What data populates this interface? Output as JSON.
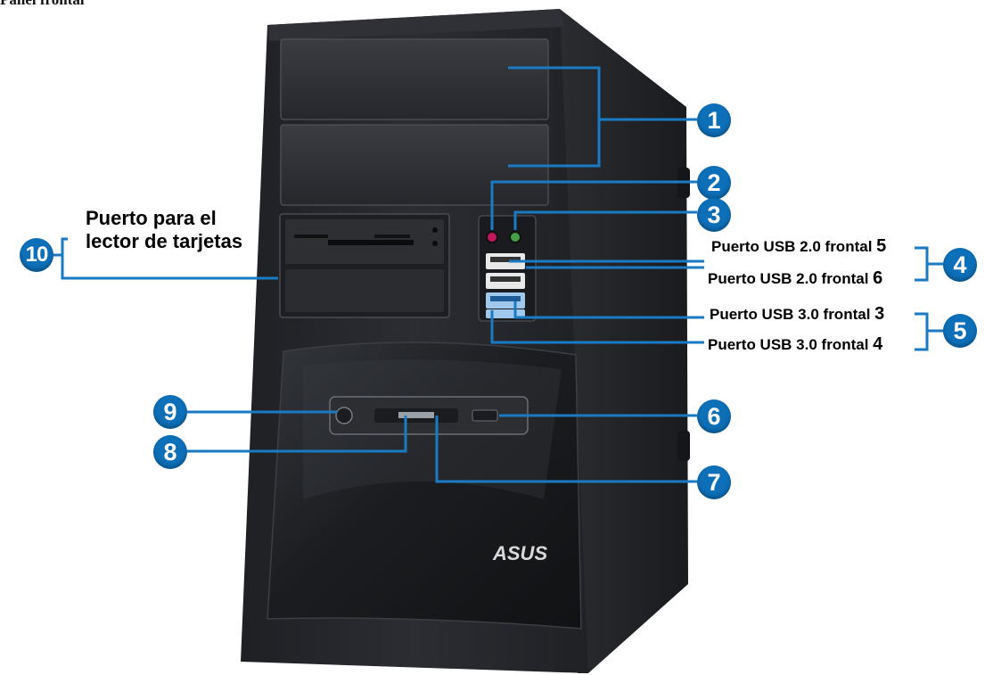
{
  "title": "Panel frontal",
  "labels": {
    "card_reader": [
      "Puerto para el",
      "lector de tarjetas"
    ],
    "usb": [
      {
        "text": "Puerto USB 2.0 frontal",
        "num": "5"
      },
      {
        "text": "Puerto USB 2.0 frontal",
        "num": "6"
      },
      {
        "text": "Puerto USB 3.0 frontal",
        "num": "3"
      },
      {
        "text": "Puerto USB 3.0 frontal",
        "num": "4"
      }
    ]
  },
  "callouts": [
    "1",
    "2",
    "3",
    "4",
    "5",
    "6",
    "7",
    "8",
    "9",
    "10"
  ],
  "brand": "ASUS",
  "colors": {
    "callout": "#0d6fb8",
    "case": "#26282c",
    "line": "#1a7ac4"
  }
}
